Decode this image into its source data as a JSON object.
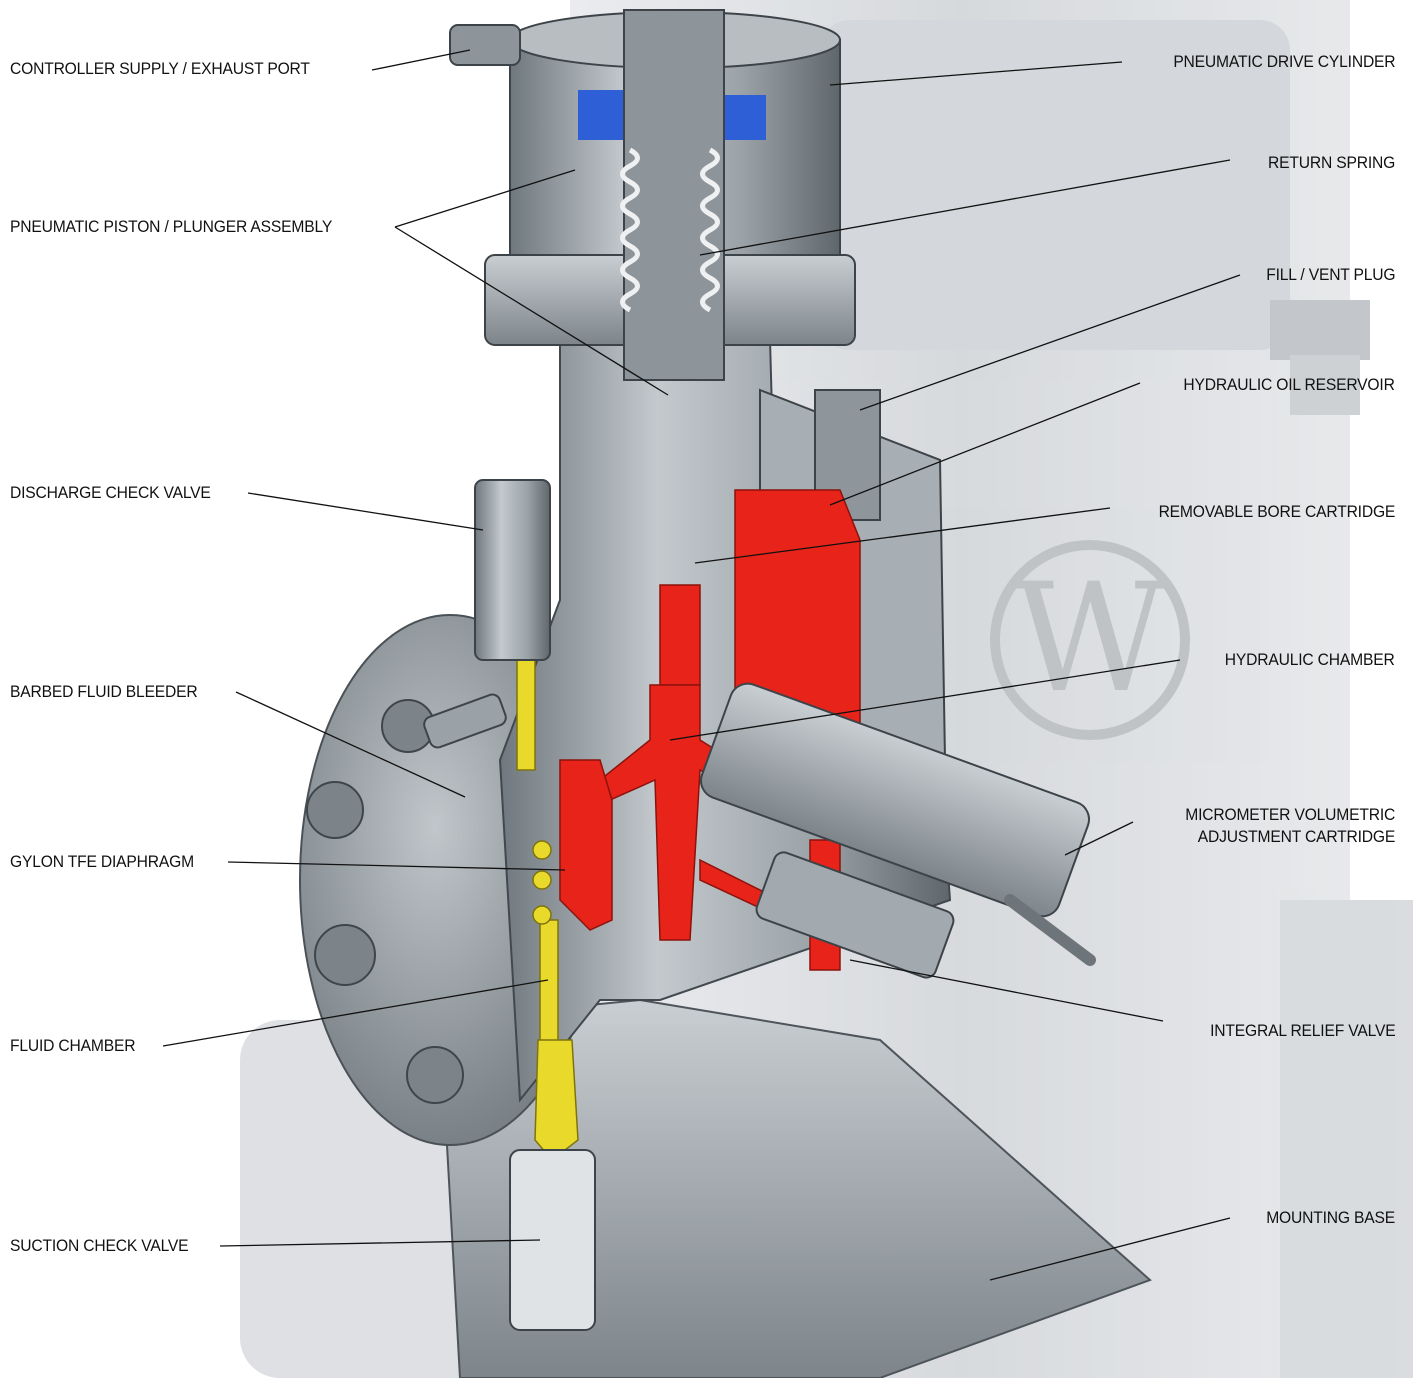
{
  "labels_left": {
    "controller_port": "CONTROLLER SUPPLY / EXHAUST PORT",
    "piston_assembly": "PNEUMATIC PISTON / PLUNGER ASSEMBLY",
    "discharge_valve": "DISCHARGE CHECK VALVE",
    "fluid_bleeder": "BARBED FLUID BLEEDER",
    "diaphragm": "GYLON TFE DIAPHRAGM",
    "fluid_chamber": "FLUID CHAMBER",
    "suction_valve": "SUCTION CHECK VALVE"
  },
  "labels_right": {
    "drive_cylinder": "PNEUMATIC DRIVE CYLINDER",
    "return_spring": "RETURN SPRING",
    "fill_plug": "FILL / VENT PLUG",
    "oil_reservoir": "HYDRAULIC OIL RESERVOIR",
    "bore_cartridge": "REMOVABLE BORE CARTRIDGE",
    "hydraulic_chamber": "HYDRAULIC CHAMBER",
    "micrometer_line1": "MICROMETER VOLUMETRIC",
    "micrometer_line2": "ADJUSTMENT CARTRIDGE",
    "relief_valve": "INTEGRAL RELIEF VALVE",
    "mounting_base": "MOUNTING BASE"
  },
  "colors": {
    "hydraulic_oil": "#e8231a",
    "process_fluid": "#e8d92a",
    "piston_seal": "#2f5fd6",
    "metal": "#9aa2a8",
    "background_pump": "#d4d7db"
  }
}
